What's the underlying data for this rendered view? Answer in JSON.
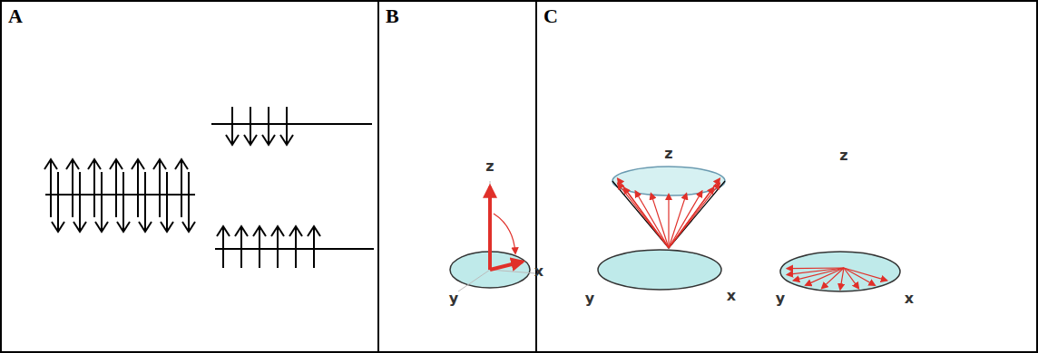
{
  "diagram": {
    "nodes": [
      {
        "text": [
          "A"
        ]
      },
      {
        "text": [
          "B"
        ]
      },
      {
        "text": [
          "C"
        ]
      }
    ],
    "labels": [
      "z",
      "y",
      "x",
      "z",
      "y",
      "x",
      "z",
      "y",
      "x"
    ]
  }
}
